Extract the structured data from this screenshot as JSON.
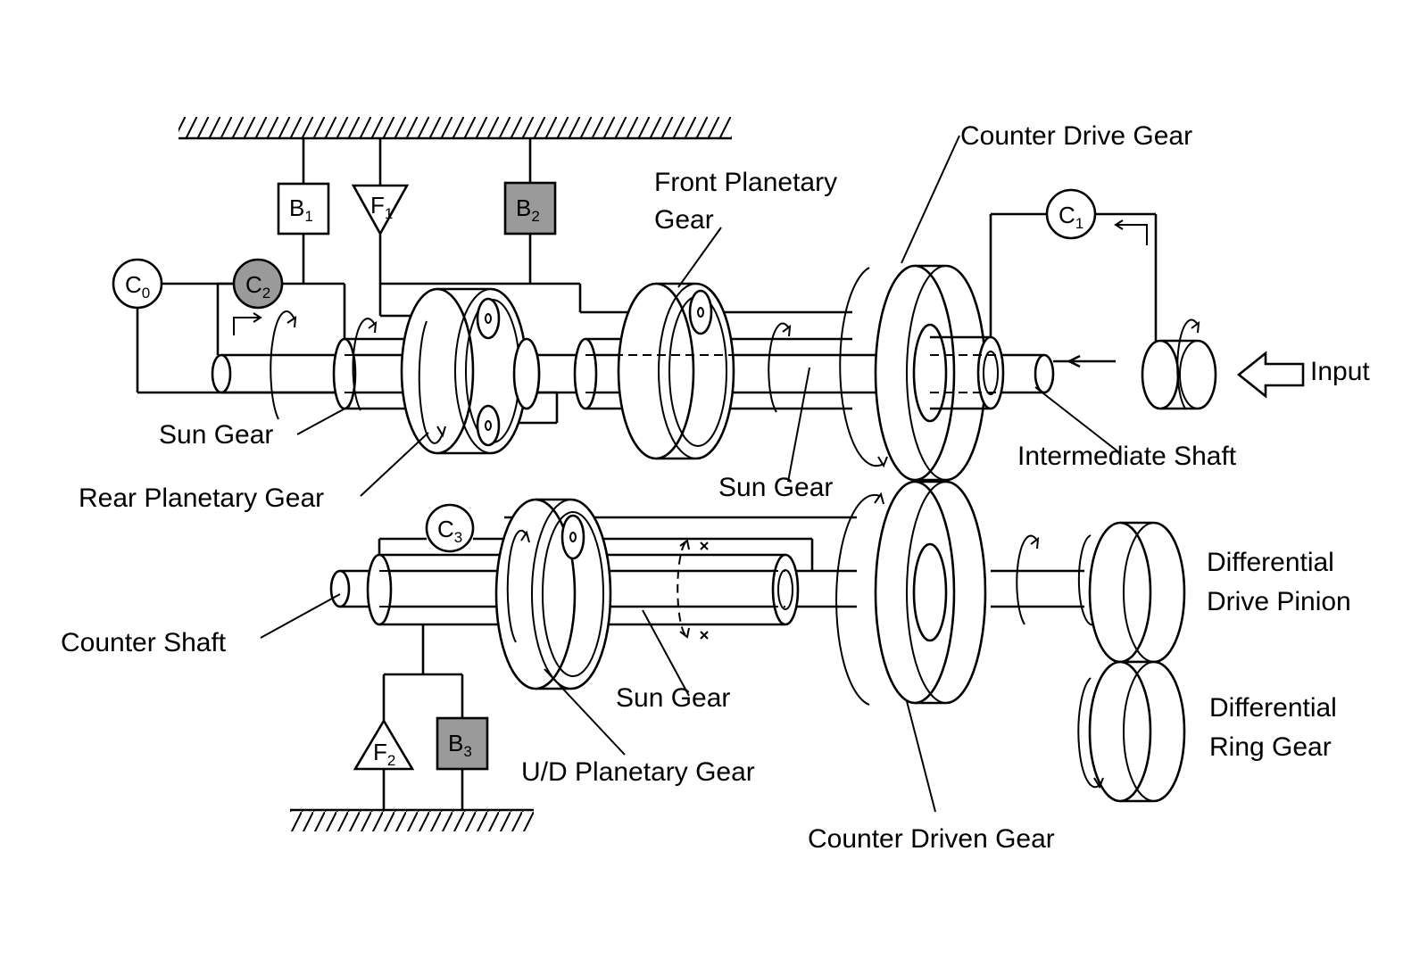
{
  "labels": {
    "counter_drive_gear": "Counter Drive Gear",
    "front_planetary_gear_l1": "Front Planetary",
    "front_planetary_gear_l2": "Gear",
    "input": "Input",
    "intermediate_shaft": "Intermediate Shaft",
    "sun_gear_rear": "Sun Gear",
    "rear_planetary_gear": "Rear Planetary Gear",
    "sun_gear_front": "Sun Gear",
    "counter_shaft": "Counter Shaft",
    "sun_gear_ud": "Sun Gear",
    "ud_planetary_gear": "U/D Planetary Gear",
    "counter_driven_gear": "Counter Driven Gear",
    "differential_drive_pinion_l1": "Differential",
    "differential_drive_pinion_l2": "Drive Pinion",
    "differential_ring_gear_l1": "Differential",
    "differential_ring_gear_l2": "Ring Gear"
  },
  "elements": {
    "c0": {
      "letter": "C",
      "sub": "0"
    },
    "c1": {
      "letter": "C",
      "sub": "1"
    },
    "c2": {
      "letter": "C",
      "sub": "2"
    },
    "c3": {
      "letter": "C",
      "sub": "3"
    },
    "b1": {
      "letter": "B",
      "sub": "1"
    },
    "b2": {
      "letter": "B",
      "sub": "2"
    },
    "b3": {
      "letter": "B",
      "sub": "3"
    },
    "f1": {
      "letter": "F",
      "sub": "1"
    },
    "f2": {
      "letter": "F",
      "sub": "2"
    }
  },
  "colors": {
    "line": "#000000",
    "engaged_fill": "#9a9a9a",
    "background": "#ffffff"
  }
}
